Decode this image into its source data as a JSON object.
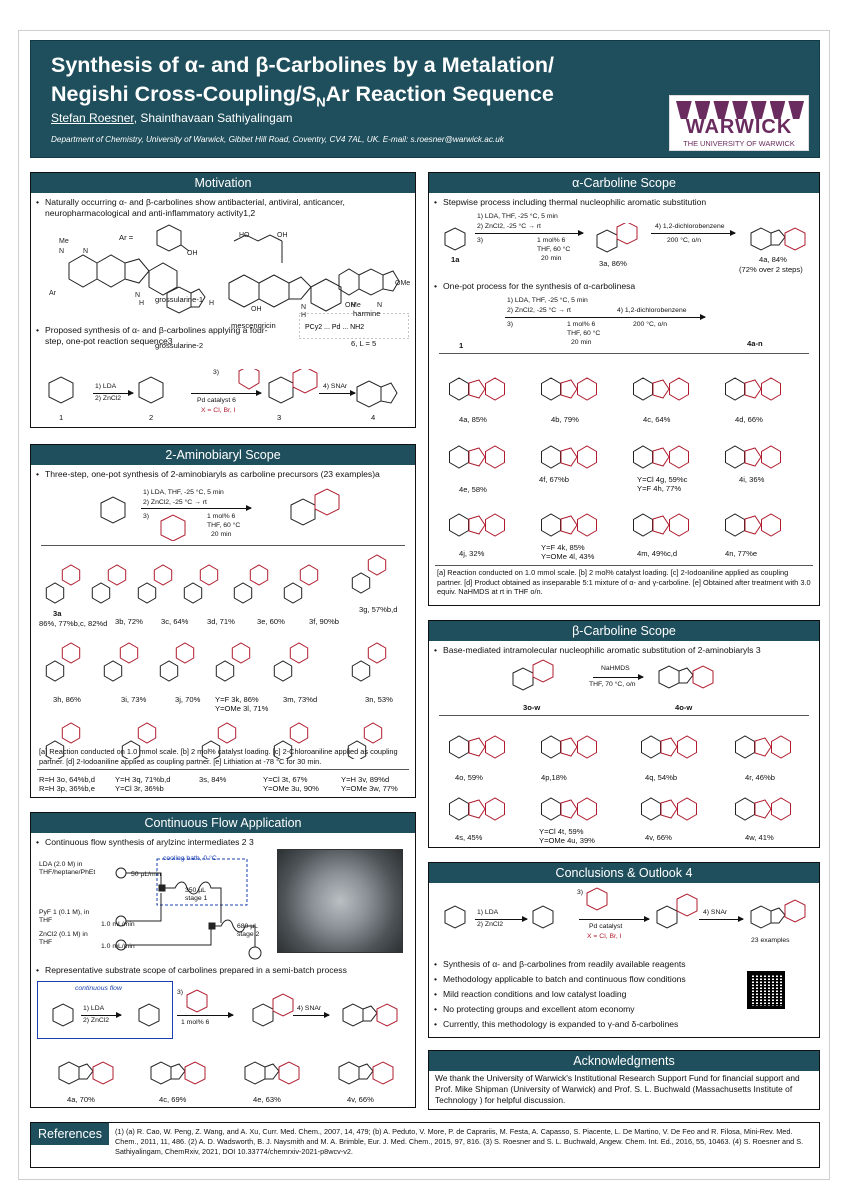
{
  "header": {
    "title_line1": "Synthesis of α- and β-Carbolines by a Metalation/",
    "title_line2_a": "Negishi Cross-Coupling/S",
    "title_line2_sub": "N",
    "title_line2_b": "Ar Reaction Sequence",
    "author1": "Stefan Roesner",
    "author2": ", Shainthavaan Sathiyalingam",
    "affiliation": "Department of Chemistry, University of Warwick, Gibbet Hill Road, Coventry, CV4 7AL, UK. E-mail: s.roesner@warwick.ac.uk",
    "logo_text": "WARWICK",
    "logo_sub": "THE UNIVERSITY OF WARWICK"
  },
  "motivation": {
    "heading": "Motivation",
    "bullet1": "Naturally occurring α- and β-carbolines show antibacterial, antiviral, anticancer, neuropharmacological and anti-inflammatory activity1,2",
    "compounds": [
      "grossularine-1",
      "grossularine-2",
      "mescengricin",
      "harmine"
    ],
    "ar_label": "Ar =",
    "bullet2": "Proposed synthesis of α- and β-carbolines applying a four-step, one-pot reaction sequence3",
    "steps": [
      "1) LDA",
      "2) ZnCl2",
      "3)",
      "Pd catalyst 6",
      "X = Cl, Br, I",
      "4) SNAr"
    ],
    "numbers": [
      "1",
      "2",
      "3",
      "4"
    ],
    "cat_label": "6, L = 5"
  },
  "aminobiaryl": {
    "heading": "2-Aminobiaryl Scope",
    "bullet": "Three-step, one-pot synthesis of 2-aminobiaryls as carboline precursors (23 examples)a",
    "conds": [
      "1) LDA, THF, -25 °C, 5 min",
      "2) ZnCl2, -25 °C → rt",
      "3)",
      "1 mol% 6",
      "THF, 60 °C",
      "20 min"
    ],
    "row1": [
      "3a",
      "3b, 72%",
      "3c, 64%",
      "3d, 71%",
      "3e, 60%",
      "3f, 90%b",
      "3g, 57%b,d"
    ],
    "row1_3a_yield": "86%, 77%b,c, 82%d",
    "row2": [
      "3h, 86%",
      "3i, 73%",
      "3j, 70%",
      "Y=F 3k, 86%",
      "Y=OMe 3l, 71%",
      "3m, 73%d",
      "3n, 53%"
    ],
    "row3": [
      "R=H 3o, 64%b,d",
      "R=H 3p, 36%b,e",
      "Y=H 3q, 71%b,d",
      "Y=Cl 3r, 36%b",
      "3s, 84%",
      "Y=Cl 3t, 67%",
      "Y=OMe 3u, 90%",
      "Y=H 3v, 89%d",
      "Y=OMe 3w, 77%"
    ],
    "footnote": "[a] Reaction conducted on 1.0 mmol scale. [b] 2 mol% catalyst loading. [c] 2-Chloroaniline applied as coupling partner. [d] 2-Iodoaniline applied as coupling partner. [e] Lithiation at -78 °C for 30 min."
  },
  "flow": {
    "heading": "Continuous Flow Application",
    "bullet1": "Continuous flow synthesis of arylzinc intermediates 2 3",
    "reagents": [
      "LDA (2.0 M) in THF/heptane/PhEt",
      "PyF 1 (0.1 M), in THF",
      "ZnCl2 (0.1 M) in THF"
    ],
    "rates": [
      "50 µL/min",
      "1.0 mL/min",
      "1.0 mL/min"
    ],
    "bath": "cooling bath, 0 °C",
    "stage1": "350 µL stage 1",
    "stage2": "680 µL stage 2",
    "bullet2": "Representative substrate scope of carbolines prepared in a semi-batch process",
    "cf_label": "continuous flow",
    "cf_steps": [
      "1) LDA",
      "2) ZnCl2",
      "3)",
      "1 mol% 6",
      "4) SNAr"
    ],
    "products": [
      "4a, 70%",
      "4c, 69%",
      "4e, 63%",
      "4v, 66%"
    ]
  },
  "alpha": {
    "heading": "α-Carboline Scope",
    "bullet1": "Stepwise process including thermal nucleophilic aromatic substitution",
    "conds1": [
      "1) LDA, THF, -25 °C, 5 min",
      "2) ZnCl2, -25 °C → rt",
      "3)",
      "1 mol% 6",
      "THF, 60 °C",
      "20 min",
      "4) 1,2-dichlorobenzene",
      "200 °C, o/n"
    ],
    "labels1": [
      "1a",
      "3a, 86%",
      "4a, 84%",
      "(72% over 2 steps)"
    ],
    "bullet2": "One-pot process for the synthesis of α-carbolinesa",
    "labels2": [
      "1",
      "4a-n"
    ],
    "row1": [
      "4a, 85%",
      "4b, 79%",
      "4c, 64%",
      "4d, 66%"
    ],
    "row2": [
      "4e, 58%",
      "4f, 67%b",
      "Y=Cl 4g, 59%c",
      "Y=F 4h, 77%",
      "4i, 36%"
    ],
    "row3": [
      "4j, 32%",
      "Y=F 4k, 85%",
      "Y=OMe 4l, 43%",
      "4m, 49%c,d",
      "4n, 77%e"
    ],
    "footnote": "[a] Reaction conducted on 1.0 mmol scale. [b] 2 mol% catalyst loading. [c] 2-Iodoaniline applied as coupling partner. [d] Product obtained as inseparable 5:1 mixture of α- and γ-carboline. [e] Obtained after treatment with 3.0 equiv. NaHMDS at rt in THF o/n."
  },
  "beta": {
    "heading": "β-Carboline Scope",
    "bullet": "Base-mediated intramolecular nucleophilic aromatic substitution of 2-aminobiaryls 3",
    "conds": [
      "NaHMDS",
      "THF, 70 °C, o/n"
    ],
    "labels": [
      "3o-w",
      "4o-w"
    ],
    "row1": [
      "4o, 59%",
      "4p,18%",
      "4q, 54%b",
      "4r, 46%b"
    ],
    "row2": [
      "4s, 45%",
      "Y=Cl 4t, 59%",
      "Y=OMe 4u, 39%",
      "4v, 66%",
      "4w, 41%"
    ]
  },
  "conclusions": {
    "heading": "Conclusions & Outlook 4",
    "scheme": [
      "1) LDA",
      "2) ZnCl2",
      "3)",
      "Pd catalyst",
      "X = Cl, Br, I",
      "4) SNAr",
      "23 examples"
    ],
    "bullets": [
      "Synthesis of α- and β-carbolines from readily available reagents",
      "Methodology applicable to batch and continuous flow conditions",
      "Mild reaction conditions and low catalyst loading",
      "No protecting groups and excellent atom economy",
      "Currently, this methodology is expanded to γ-and δ-carbolines"
    ]
  },
  "acknowledgments": {
    "heading": "Acknowledgments",
    "text": "We thank the University of Warwick's Institutional Research Support Fund for financial support and Prof. Mike Shipman (University of Warwick) and Prof. S. L. Buchwald (Massachusetts Institute of Technology ) for helpful discussion."
  },
  "references": {
    "heading": "References",
    "text": "(1) (a) R. Cao, W. Peng, Z. Wang, and A. Xu, Curr. Med. Chem., 2007, 14, 479; (b) A. Peduto, V. More, P. de Caprariis, M. Festa, A. Capasso, S. Piacente, L. De Martino, V. De Feo and R. Filosa, Mini-Rev. Med. Chem., 2011, 11, 486. (2) A. D. Wadsworth, B. J. Naysmith and M. A. Brimble, Eur. J. Med. Chem., 2015, 97, 816. (3) S. Roesner and S. L. Buchwald, Angew. Chem. Int. Ed., 2016, 55, 10463. (4) S. Roesner and S. Sathiyalingam, ChemRxiv, 2021, DOI 10.33774/chemrxiv-2021-p8wcv-v2."
  },
  "colors": {
    "header": "#1f4f5c",
    "accent_red": "#b01c2e",
    "logo": "#6a2c5f"
  }
}
